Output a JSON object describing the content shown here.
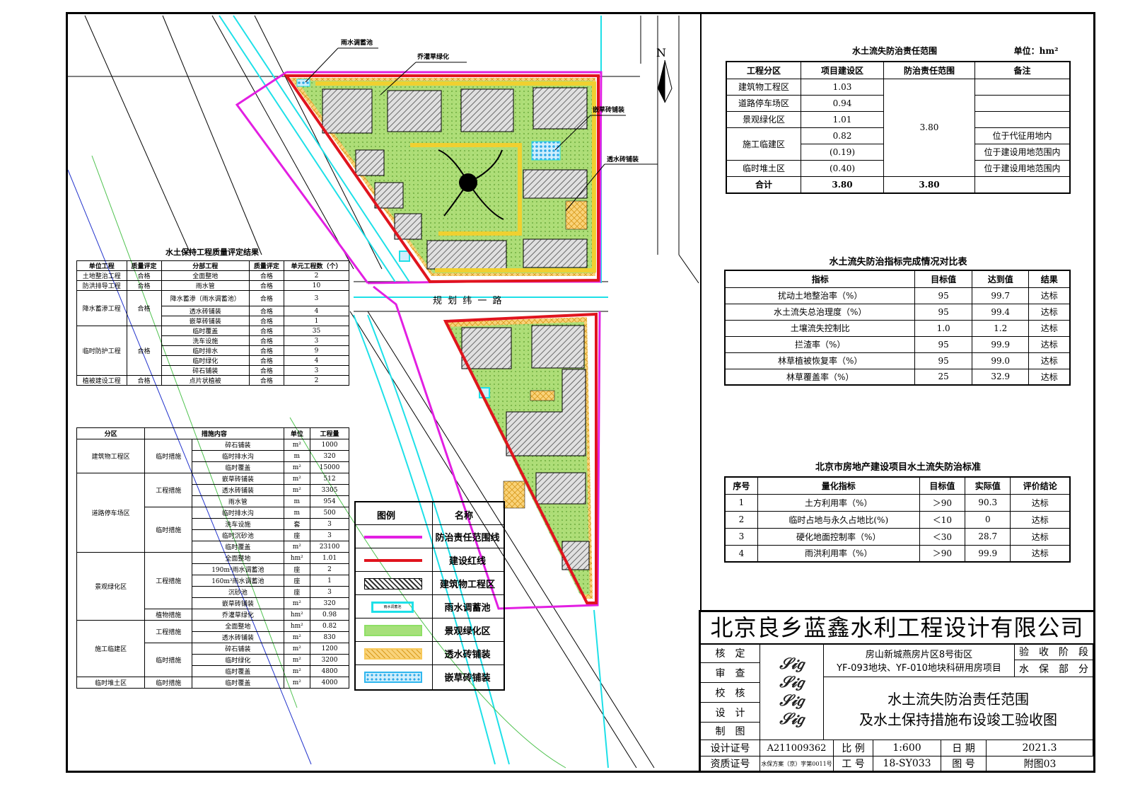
{
  "map_labels": {
    "rain_pool": "雨水调蓄池",
    "tree_green": "乔灌草绿化",
    "grass_brick": "嵌草砖铺装",
    "permeable_brick": "透水砖铺装",
    "road": "规  划  纬  一  路",
    "north": "N"
  },
  "resp": {
    "title": "水土流失防治责任范围",
    "unit": "单位：hm²",
    "headers": [
      "工程分区",
      "项目建设区",
      "防治责任范围",
      "备注"
    ],
    "rows": [
      {
        "zone": "建筑物工程区",
        "build": "1.03",
        "note": ""
      },
      {
        "zone": "道路停车场区",
        "build": "0.94",
        "note": ""
      },
      {
        "zone": "景观绿化区",
        "build": "1.01",
        "note": ""
      },
      {
        "zone": "施工临建区",
        "build": "0.82",
        "note": "位于代征用地内"
      },
      {
        "zone": "",
        "build": "(0.19)",
        "note": "位于建设用地范围内"
      },
      {
        "zone": "临时堆土区",
        "build": "(0.40)",
        "note": "位于建设用地范围内"
      }
    ],
    "resp_value": "3.80",
    "total": {
      "label": "合计",
      "build": "3.80",
      "resp": "3.80"
    }
  },
  "indicator": {
    "title": "水土流失防治指标完成情况对比表",
    "headers": [
      "指标",
      "目标值",
      "达到值",
      "结果"
    ],
    "rows": [
      [
        "扰动土地整治率（%）",
        "95",
        "99.7",
        "达标"
      ],
      [
        "水土流失总治理度（%）",
        "95",
        "99.4",
        "达标"
      ],
      [
        "土壤流失控制比",
        "1.0",
        "1.2",
        "达标"
      ],
      [
        "拦渣率（%）",
        "95",
        "99.9",
        "达标"
      ],
      [
        "林草植被恢复率（%）",
        "95",
        "99.0",
        "达标"
      ],
      [
        "林草覆盖率（%）",
        "25",
        "32.9",
        "达标"
      ]
    ]
  },
  "standard": {
    "title": "北京市房地产建设项目水土流失防治标准",
    "headers": [
      "序号",
      "量化指标",
      "目标值",
      "实际值",
      "评价结论"
    ],
    "rows": [
      [
        "1",
        "土方利用率（%）",
        "＞90",
        "90.3",
        "达标"
      ],
      [
        "2",
        "临时占地与永久占地比(%)",
        "＜10",
        "0",
        "达标"
      ],
      [
        "3",
        "硬化地面控制率（%）",
        "＜30",
        "28.7",
        "达标"
      ],
      [
        "4",
        "雨洪利用率（%）",
        "＞90",
        "99.9",
        "达标"
      ]
    ]
  },
  "quality": {
    "title": "水土保持工程质量评定结果",
    "headers": [
      "单位工程",
      "质量评定",
      "分部工程",
      "质量评定",
      "单元工程数（个）"
    ],
    "groups": [
      {
        "unit": "土地整治工程",
        "grade": "合格",
        "items": [
          [
            "全面整地",
            "合格",
            "2"
          ]
        ]
      },
      {
        "unit": "防洪排导工程",
        "grade": "合格",
        "items": [
          [
            "雨水管",
            "合格",
            "10"
          ]
        ]
      },
      {
        "unit": "降水蓄渗工程",
        "grade": "合格",
        "items": [
          [
            "降水蓄渗（雨水调蓄池）",
            "合格",
            "3"
          ],
          [
            "透水砖铺装",
            "合格",
            "4"
          ],
          [
            "嵌草砖铺装",
            "合格",
            "1"
          ]
        ]
      },
      {
        "unit": "临时防护工程",
        "grade": "合格",
        "items": [
          [
            "临时覆盖",
            "合格",
            "35"
          ],
          [
            "洗车设施",
            "合格",
            "3"
          ],
          [
            "临时排水",
            "合格",
            "9"
          ],
          [
            "临时绿化",
            "合格",
            "4"
          ],
          [
            "碎石铺装",
            "合格",
            "3"
          ]
        ]
      },
      {
        "unit": "植被建设工程",
        "grade": "合格",
        "items": [
          [
            "点片状植被",
            "合格",
            "2"
          ]
        ]
      }
    ]
  },
  "measures": {
    "headers": [
      "分区",
      "措施内容",
      "单位",
      "工程量"
    ],
    "zones": [
      {
        "zone": "建筑物工程区",
        "types": [
          {
            "type": "临时措施",
            "items": [
              [
                "碎石铺装",
                "m²",
                "1000"
              ],
              [
                "临时排水沟",
                "m",
                "320"
              ],
              [
                "临时覆盖",
                "m²",
                "15000"
              ]
            ]
          }
        ]
      },
      {
        "zone": "道路停车场区",
        "types": [
          {
            "type": "工程措施",
            "items": [
              [
                "嵌草砖铺装",
                "m²",
                "512"
              ],
              [
                "透水砖铺装",
                "m²",
                "3305"
              ],
              [
                "雨水管",
                "m",
                "954"
              ]
            ]
          },
          {
            "type": "临时措施",
            "items": [
              [
                "临时排水沟",
                "m",
                "500"
              ],
              [
                "洗车设施",
                "套",
                "3"
              ],
              [
                "临时沉砂池",
                "座",
                "3"
              ],
              [
                "临时覆盖",
                "m²",
                "23100"
              ]
            ]
          }
        ]
      },
      {
        "zone": "景观绿化区",
        "types": [
          {
            "type": "工程措施",
            "items": [
              [
                "全面整地",
                "hm²",
                "1.01"
              ],
              [
                "190m³雨水调蓄池",
                "座",
                "2"
              ],
              [
                "160m³雨水调蓄池",
                "座",
                "1"
              ],
              [
                "沉砂池",
                "座",
                "3"
              ],
              [
                "嵌草砖铺装",
                "m²",
                "320"
              ]
            ]
          },
          {
            "type": "植物措施",
            "items": [
              [
                "乔灌草绿化",
                "hm²",
                "0.98"
              ]
            ]
          }
        ]
      },
      {
        "zone": "施工临建区",
        "types": [
          {
            "type": "工程措施",
            "items": [
              [
                "全面整地",
                "hm²",
                "0.82"
              ],
              [
                "透水砖铺装",
                "m²",
                "830"
              ]
            ]
          },
          {
            "type": "临时措施",
            "items": [
              [
                "碎石铺装",
                "m²",
                "1200"
              ],
              [
                "临时绿化",
                "m²",
                "3200"
              ],
              [
                "临时覆盖",
                "m²",
                "4800"
              ]
            ]
          }
        ]
      },
      {
        "zone": "临时堆土区",
        "types": [
          {
            "type": "临时措施",
            "items": [
              [
                "临时覆盖",
                "m²",
                "4000"
              ]
            ]
          }
        ]
      }
    ]
  },
  "legend": {
    "header_a": "图例",
    "header_b": "名称",
    "items": [
      "防治责任范围线",
      "建设红线",
      "建筑物工程区",
      "雨水调蓄池",
      "景观绿化区",
      "透水砖铺装",
      "嵌草砖铺装"
    ],
    "pool_tag": "雨水调蓄池",
    "colors": {
      "resp_line": "#e21fe2",
      "red_line": "#e0141e",
      "cyan": "#1ee0e8",
      "green": "#8ee066",
      "yellow": "#f7c95a",
      "blue": "#2fb7ef"
    }
  },
  "titleblock": {
    "company": "北京良乡蓝鑫水利工程设计有限公司",
    "roles": [
      "核　定",
      "审　查",
      "校　核",
      "设　计",
      "制　图"
    ],
    "project_l1": "房山新城燕房片区8号街区",
    "project_l2": "YF-093地块、YF-010地块科研用房项目",
    "stage_l1": "验　收　阶　段",
    "stage_l2": "水　保　部　分",
    "drawing_l1": "水土流失防治责任范围",
    "drawing_l2": "及水土保持措施布设竣工验收图",
    "design_cert_label": "设计证号",
    "design_cert": "A211009362",
    "scale_label": "比  例",
    "scale": "1:600",
    "date_label": "日  期",
    "date": "2021.3",
    "qual_label": "资质证号",
    "qual": "水保方案（京）字第0011号",
    "job_label": "工  号",
    "job": "18-SY033",
    "drawno_label": "图  号",
    "drawno": "附图03"
  }
}
